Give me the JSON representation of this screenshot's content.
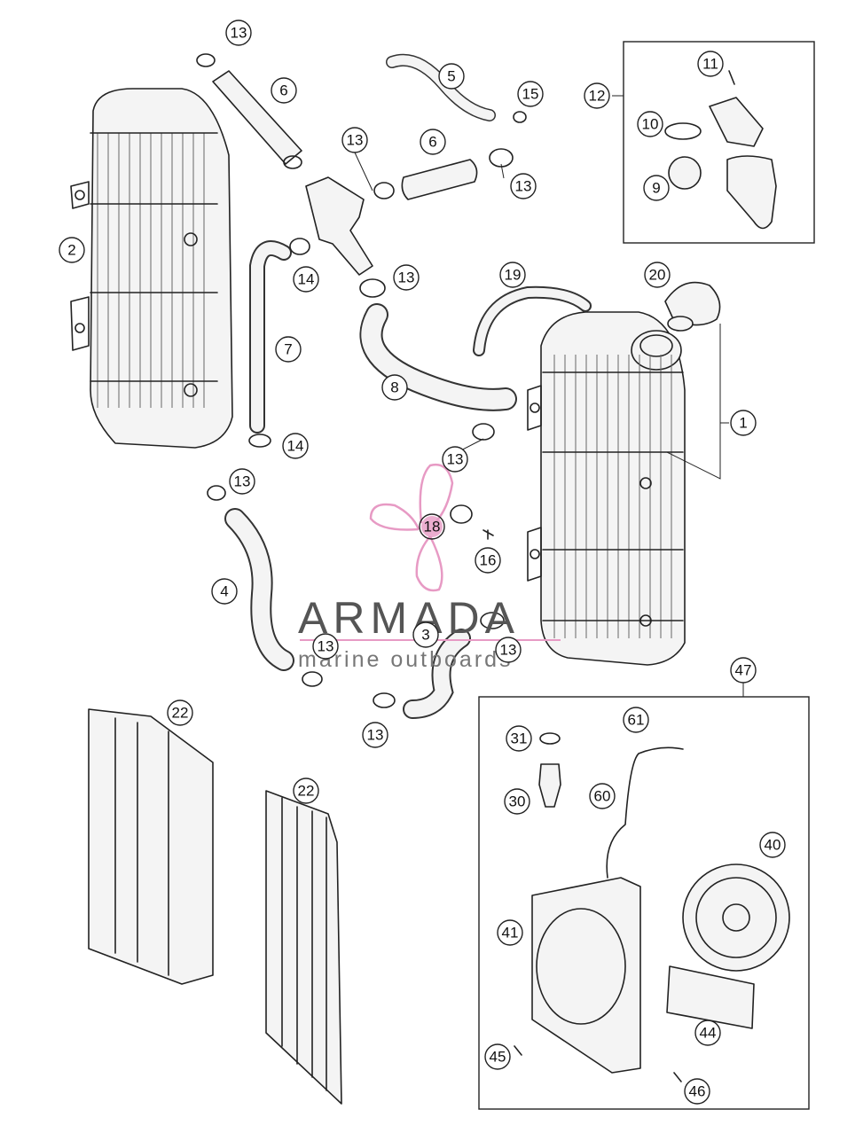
{
  "watermark": {
    "title": "ARMADA",
    "subtitle": "marine outboards",
    "accent_color": "#e79ac4"
  },
  "callouts": [
    {
      "id": "c13a",
      "label": "13"
    },
    {
      "id": "c6a",
      "label": "6"
    },
    {
      "id": "c5",
      "label": "5"
    },
    {
      "id": "c15",
      "label": "15"
    },
    {
      "id": "c12",
      "label": "12"
    },
    {
      "id": "c11",
      "label": "11"
    },
    {
      "id": "c10",
      "label": "10"
    },
    {
      "id": "c9",
      "label": "9"
    },
    {
      "id": "c2",
      "label": "2"
    },
    {
      "id": "c13b",
      "label": "13"
    },
    {
      "id": "c6b",
      "label": "6"
    },
    {
      "id": "c13c",
      "label": "13"
    },
    {
      "id": "c14a",
      "label": "14"
    },
    {
      "id": "c13d",
      "label": "13"
    },
    {
      "id": "c19",
      "label": "19"
    },
    {
      "id": "c20",
      "label": "20"
    },
    {
      "id": "c7",
      "label": "7"
    },
    {
      "id": "c8",
      "label": "8"
    },
    {
      "id": "c1",
      "label": "1"
    },
    {
      "id": "c14b",
      "label": "14"
    },
    {
      "id": "c13e",
      "label": "13"
    },
    {
      "id": "c13f",
      "label": "13"
    },
    {
      "id": "c18",
      "label": "18"
    },
    {
      "id": "c16",
      "label": "16"
    },
    {
      "id": "c4",
      "label": "4"
    },
    {
      "id": "c3",
      "label": "3"
    },
    {
      "id": "c13g",
      "label": "13"
    },
    {
      "id": "c13h",
      "label": "13"
    },
    {
      "id": "c47",
      "label": "47"
    },
    {
      "id": "c13i",
      "label": "13"
    },
    {
      "id": "c22a",
      "label": "22"
    },
    {
      "id": "c61",
      "label": "61"
    },
    {
      "id": "c31",
      "label": "31"
    },
    {
      "id": "c22b",
      "label": "22"
    },
    {
      "id": "c30",
      "label": "30"
    },
    {
      "id": "c60",
      "label": "60"
    },
    {
      "id": "c40",
      "label": "40"
    },
    {
      "id": "c41",
      "label": "41"
    },
    {
      "id": "c44",
      "label": "44"
    },
    {
      "id": "c45",
      "label": "45"
    },
    {
      "id": "c46",
      "label": "46"
    }
  ]
}
